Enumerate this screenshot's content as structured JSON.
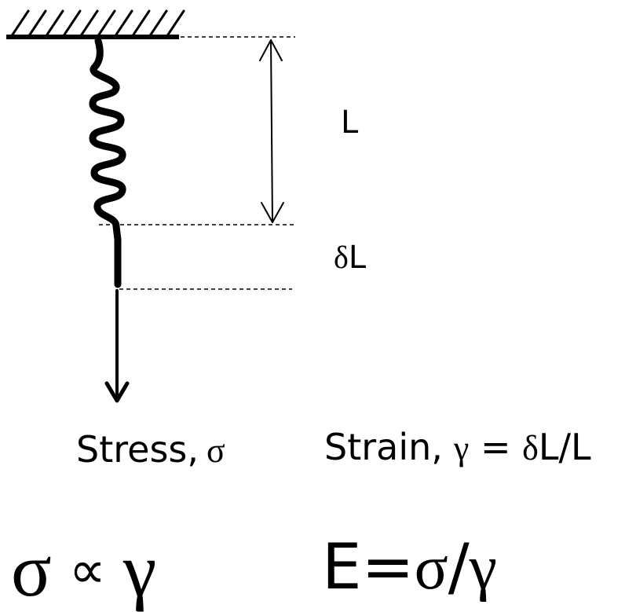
{
  "labels": {
    "length": "L",
    "delta_symbol": "δ",
    "delta_length_suffix": "L",
    "stress_text": "Stress,",
    "stress_symbol": "σ",
    "strain_text": "Strain,",
    "strain_symbol": "γ",
    "strain_eq": " = ",
    "strain_delta": "δ",
    "strain_rest": "L/L"
  },
  "equations": {
    "sigma": "σ",
    "proportional": "∝",
    "gamma": "γ",
    "youngs_lhs": "E=",
    "youngs_sigma": "σ",
    "youngs_slash": "/",
    "youngs_gamma": "γ"
  }
}
